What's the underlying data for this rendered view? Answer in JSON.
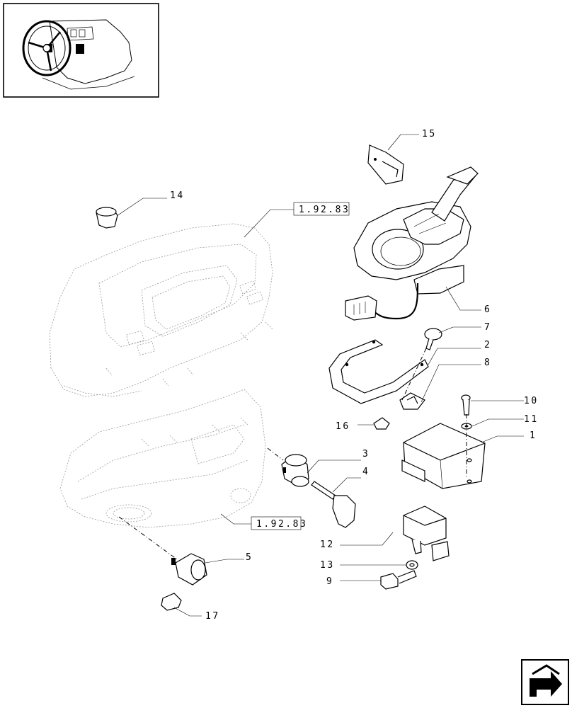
{
  "callouts": [
    {
      "id": "c1",
      "text": "1"
    },
    {
      "id": "c2",
      "text": "2"
    },
    {
      "id": "c3",
      "text": "3"
    },
    {
      "id": "c4",
      "text": "4"
    },
    {
      "id": "c5",
      "text": "5"
    },
    {
      "id": "c6",
      "text": "6"
    },
    {
      "id": "c7",
      "text": "7"
    },
    {
      "id": "c8",
      "text": "8"
    },
    {
      "id": "c9",
      "text": "9"
    },
    {
      "id": "c10",
      "text": "10"
    },
    {
      "id": "c11",
      "text": "11"
    },
    {
      "id": "c12",
      "text": "12"
    },
    {
      "id": "c13",
      "text": "13"
    },
    {
      "id": "c14",
      "text": "14"
    },
    {
      "id": "c15",
      "text": "15"
    },
    {
      "id": "c16",
      "text": "16"
    },
    {
      "id": "c17",
      "text": "17"
    }
  ],
  "references": {
    "upper": "1.92.83",
    "lower": "1.92.83"
  },
  "icons": {
    "thumbnail": "tractor-cab-dashboard-icon",
    "navigation": "next-page-arrow-icon"
  }
}
